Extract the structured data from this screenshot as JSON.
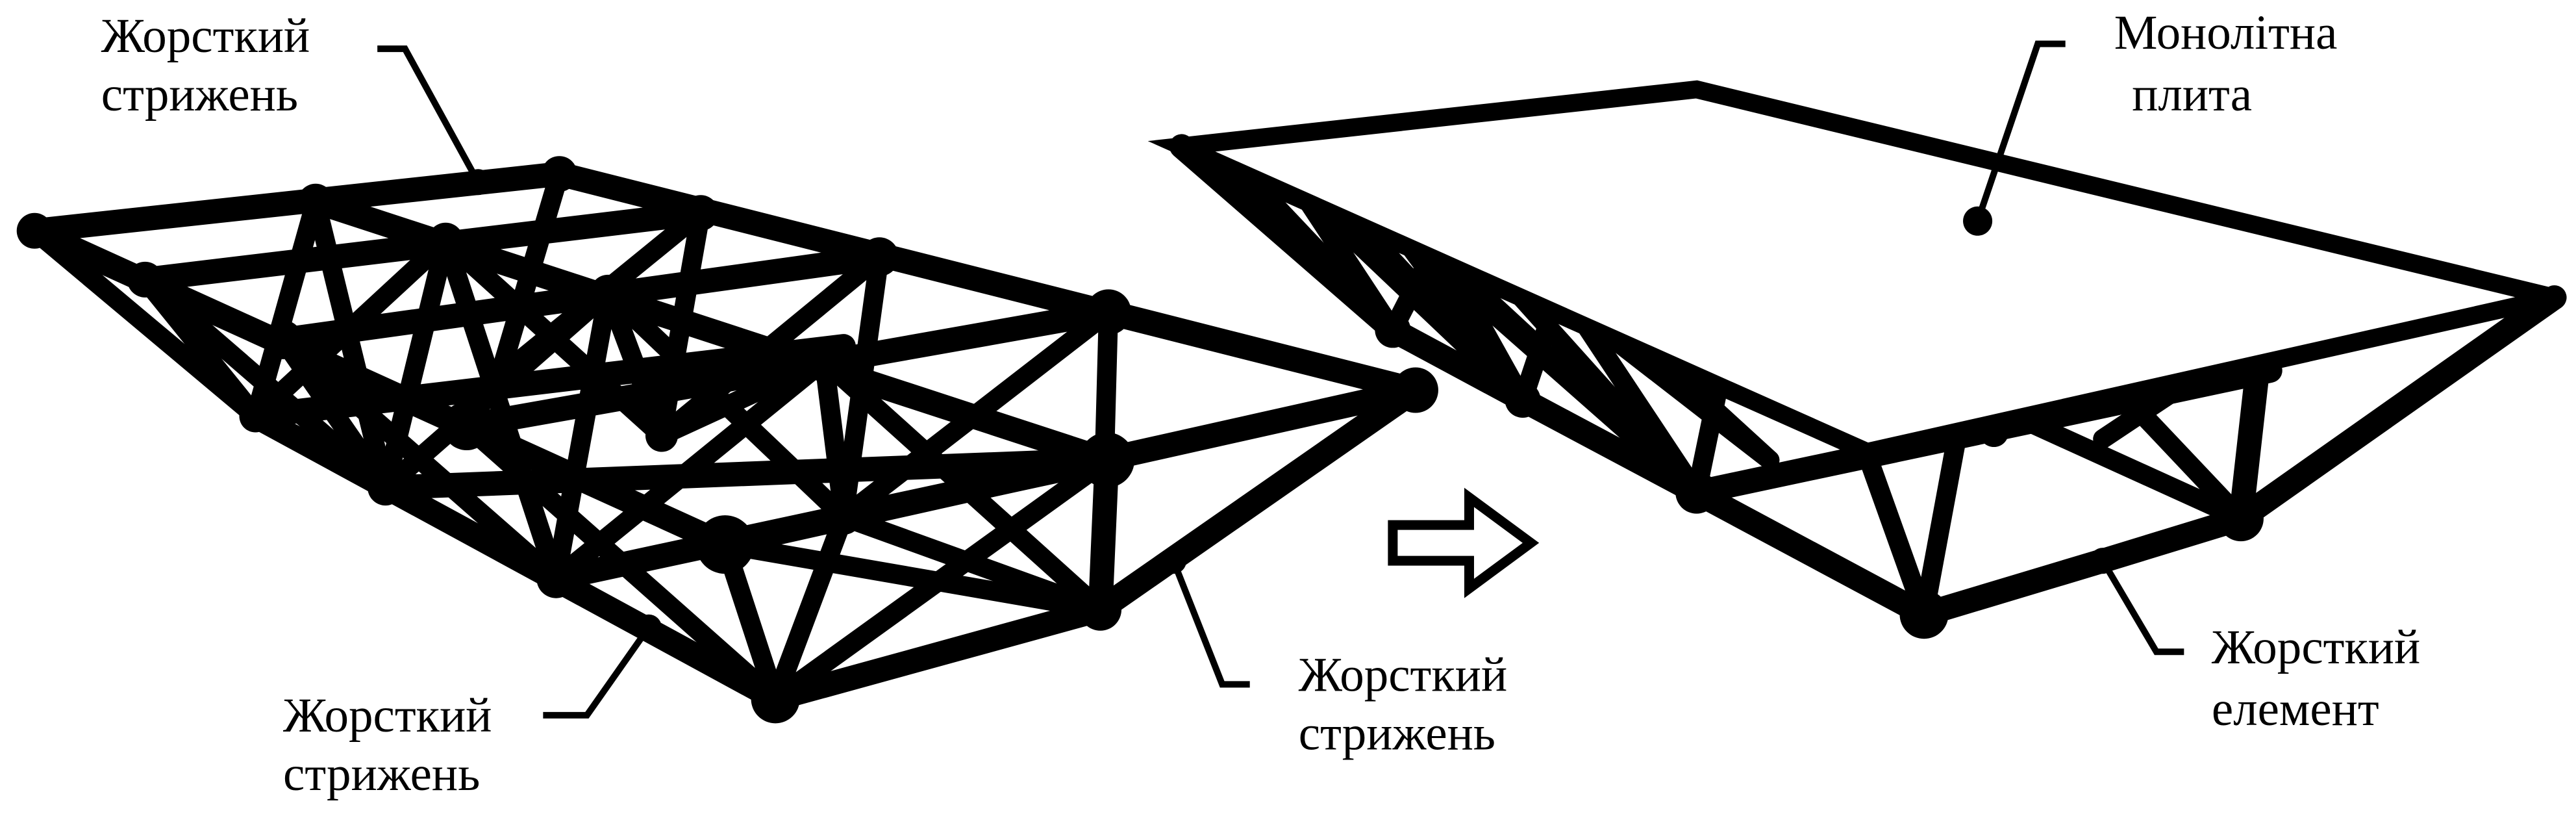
{
  "labels": {
    "top_left_rod": [
      "Жорсткий",
      "стрижень"
    ],
    "bottom_left_rod": [
      "Жорсткий",
      "стрижень"
    ],
    "bottom_mid_rod": [
      "Жорсткий",
      "стрижень"
    ],
    "slab": [
      "Монолітна",
      "плита"
    ],
    "rigid_element": [
      "Жорсткий",
      "елемент"
    ]
  },
  "colors": {
    "ink": "#000000",
    "background": "#ffffff"
  },
  "icons": {
    "transition": "hollow-right-arrow-icon"
  }
}
